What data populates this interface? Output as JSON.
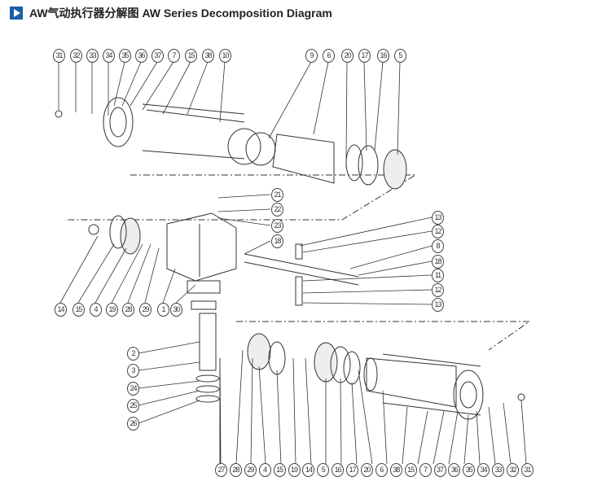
{
  "title": "AW气动执行器分解图 AW Series Decomposition Diagram",
  "callouts": {
    "top": [
      "31",
      "32",
      "33",
      "34",
      "35",
      "36",
      "37",
      "7",
      "15",
      "38",
      "10",
      "9",
      "6",
      "20",
      "17",
      "16",
      "5"
    ],
    "left": [
      "14",
      "15",
      "4",
      "19",
      "28",
      "29",
      "1",
      "30"
    ],
    "middle": [
      "21",
      "22",
      "23",
      "18"
    ],
    "right": [
      "13",
      "12",
      "8",
      "18",
      "11",
      "12",
      "13"
    ],
    "stem": [
      "2",
      "3",
      "24",
      "25",
      "26"
    ],
    "bottom": [
      "27",
      "28",
      "29",
      "4",
      "15",
      "19",
      "14",
      "5",
      "16",
      "17",
      "20",
      "6",
      "38",
      "15",
      "7",
      "37",
      "36",
      "35",
      "34",
      "33",
      "32",
      "31"
    ]
  }
}
